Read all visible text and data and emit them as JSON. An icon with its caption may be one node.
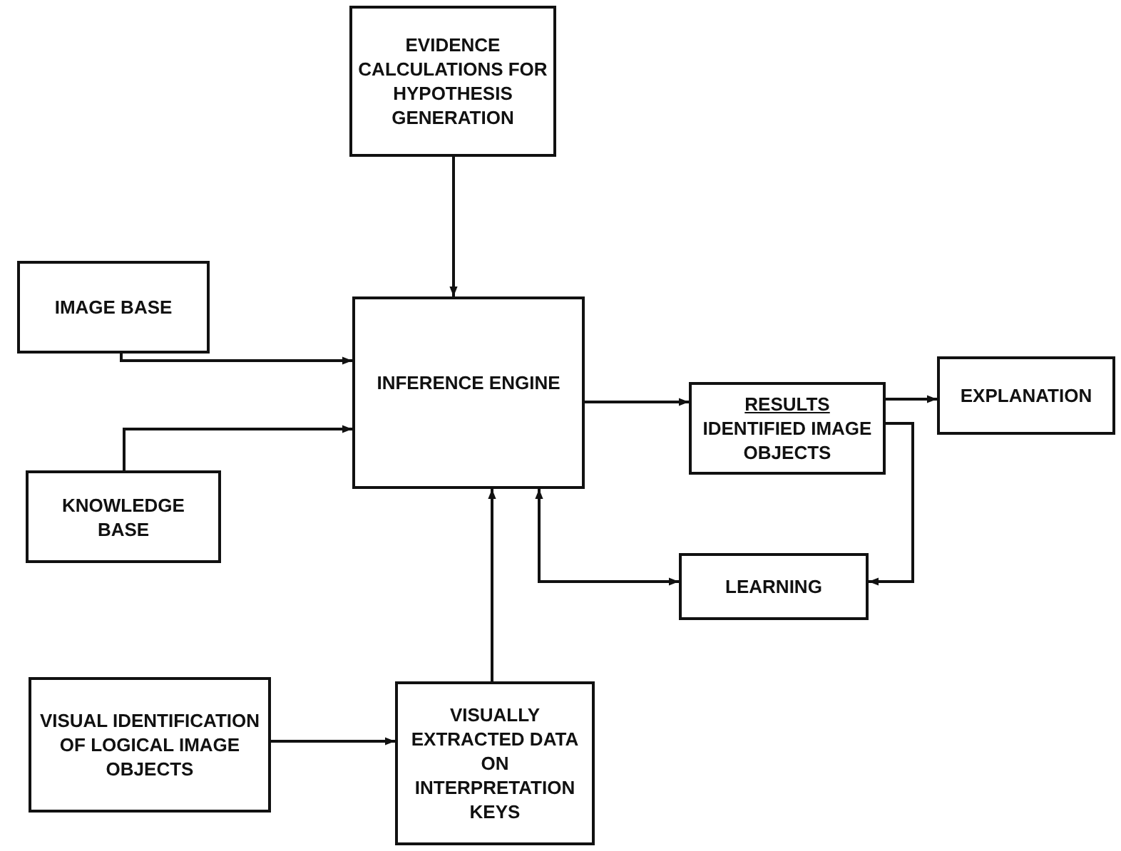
{
  "diagram": {
    "nodes": [
      {
        "text": [
          "EVIDENCE CALCULATIONS FOR HYPOTHESIS GENERATION"
        ]
      },
      {
        "text": [
          "IMAGE BASE"
        ]
      },
      {
        "text": [
          "INFERENCE ENGINE"
        ]
      },
      {
        "text": [
          "RESULTS",
          "IDENTIFIED IMAGE OBJECTS"
        ]
      },
      {
        "text": [
          "EXPLANATION"
        ]
      },
      {
        "text": [
          "KNOWLEDGE BASE"
        ]
      },
      {
        "text": [
          "LEARNING"
        ]
      },
      {
        "text": [
          "VISUAL IDENTIFICATION OF LOGICAL IMAGE OBJECTS"
        ]
      },
      {
        "text": [
          "VISUALLY EXTRACTED DATA ON INTERPRETATION KEYS"
        ]
      }
    ],
    "edges": [
      {
        "from": 0,
        "to": 2,
        "arrow": "to"
      },
      {
        "from": 1,
        "to": 2,
        "arrow": "to"
      },
      {
        "from": 5,
        "to": 2,
        "arrow": "to"
      },
      {
        "from": 2,
        "to": 3,
        "arrow": "to"
      },
      {
        "from": 3,
        "to": 4,
        "arrow": "to"
      },
      {
        "from": 3,
        "to": 6,
        "arrow": "to"
      },
      {
        "from": 2,
        "to": 6,
        "arrow": "both"
      },
      {
        "from": 8,
        "to": 2,
        "arrow": "to"
      },
      {
        "from": 7,
        "to": 8,
        "arrow": "to"
      }
    ]
  }
}
